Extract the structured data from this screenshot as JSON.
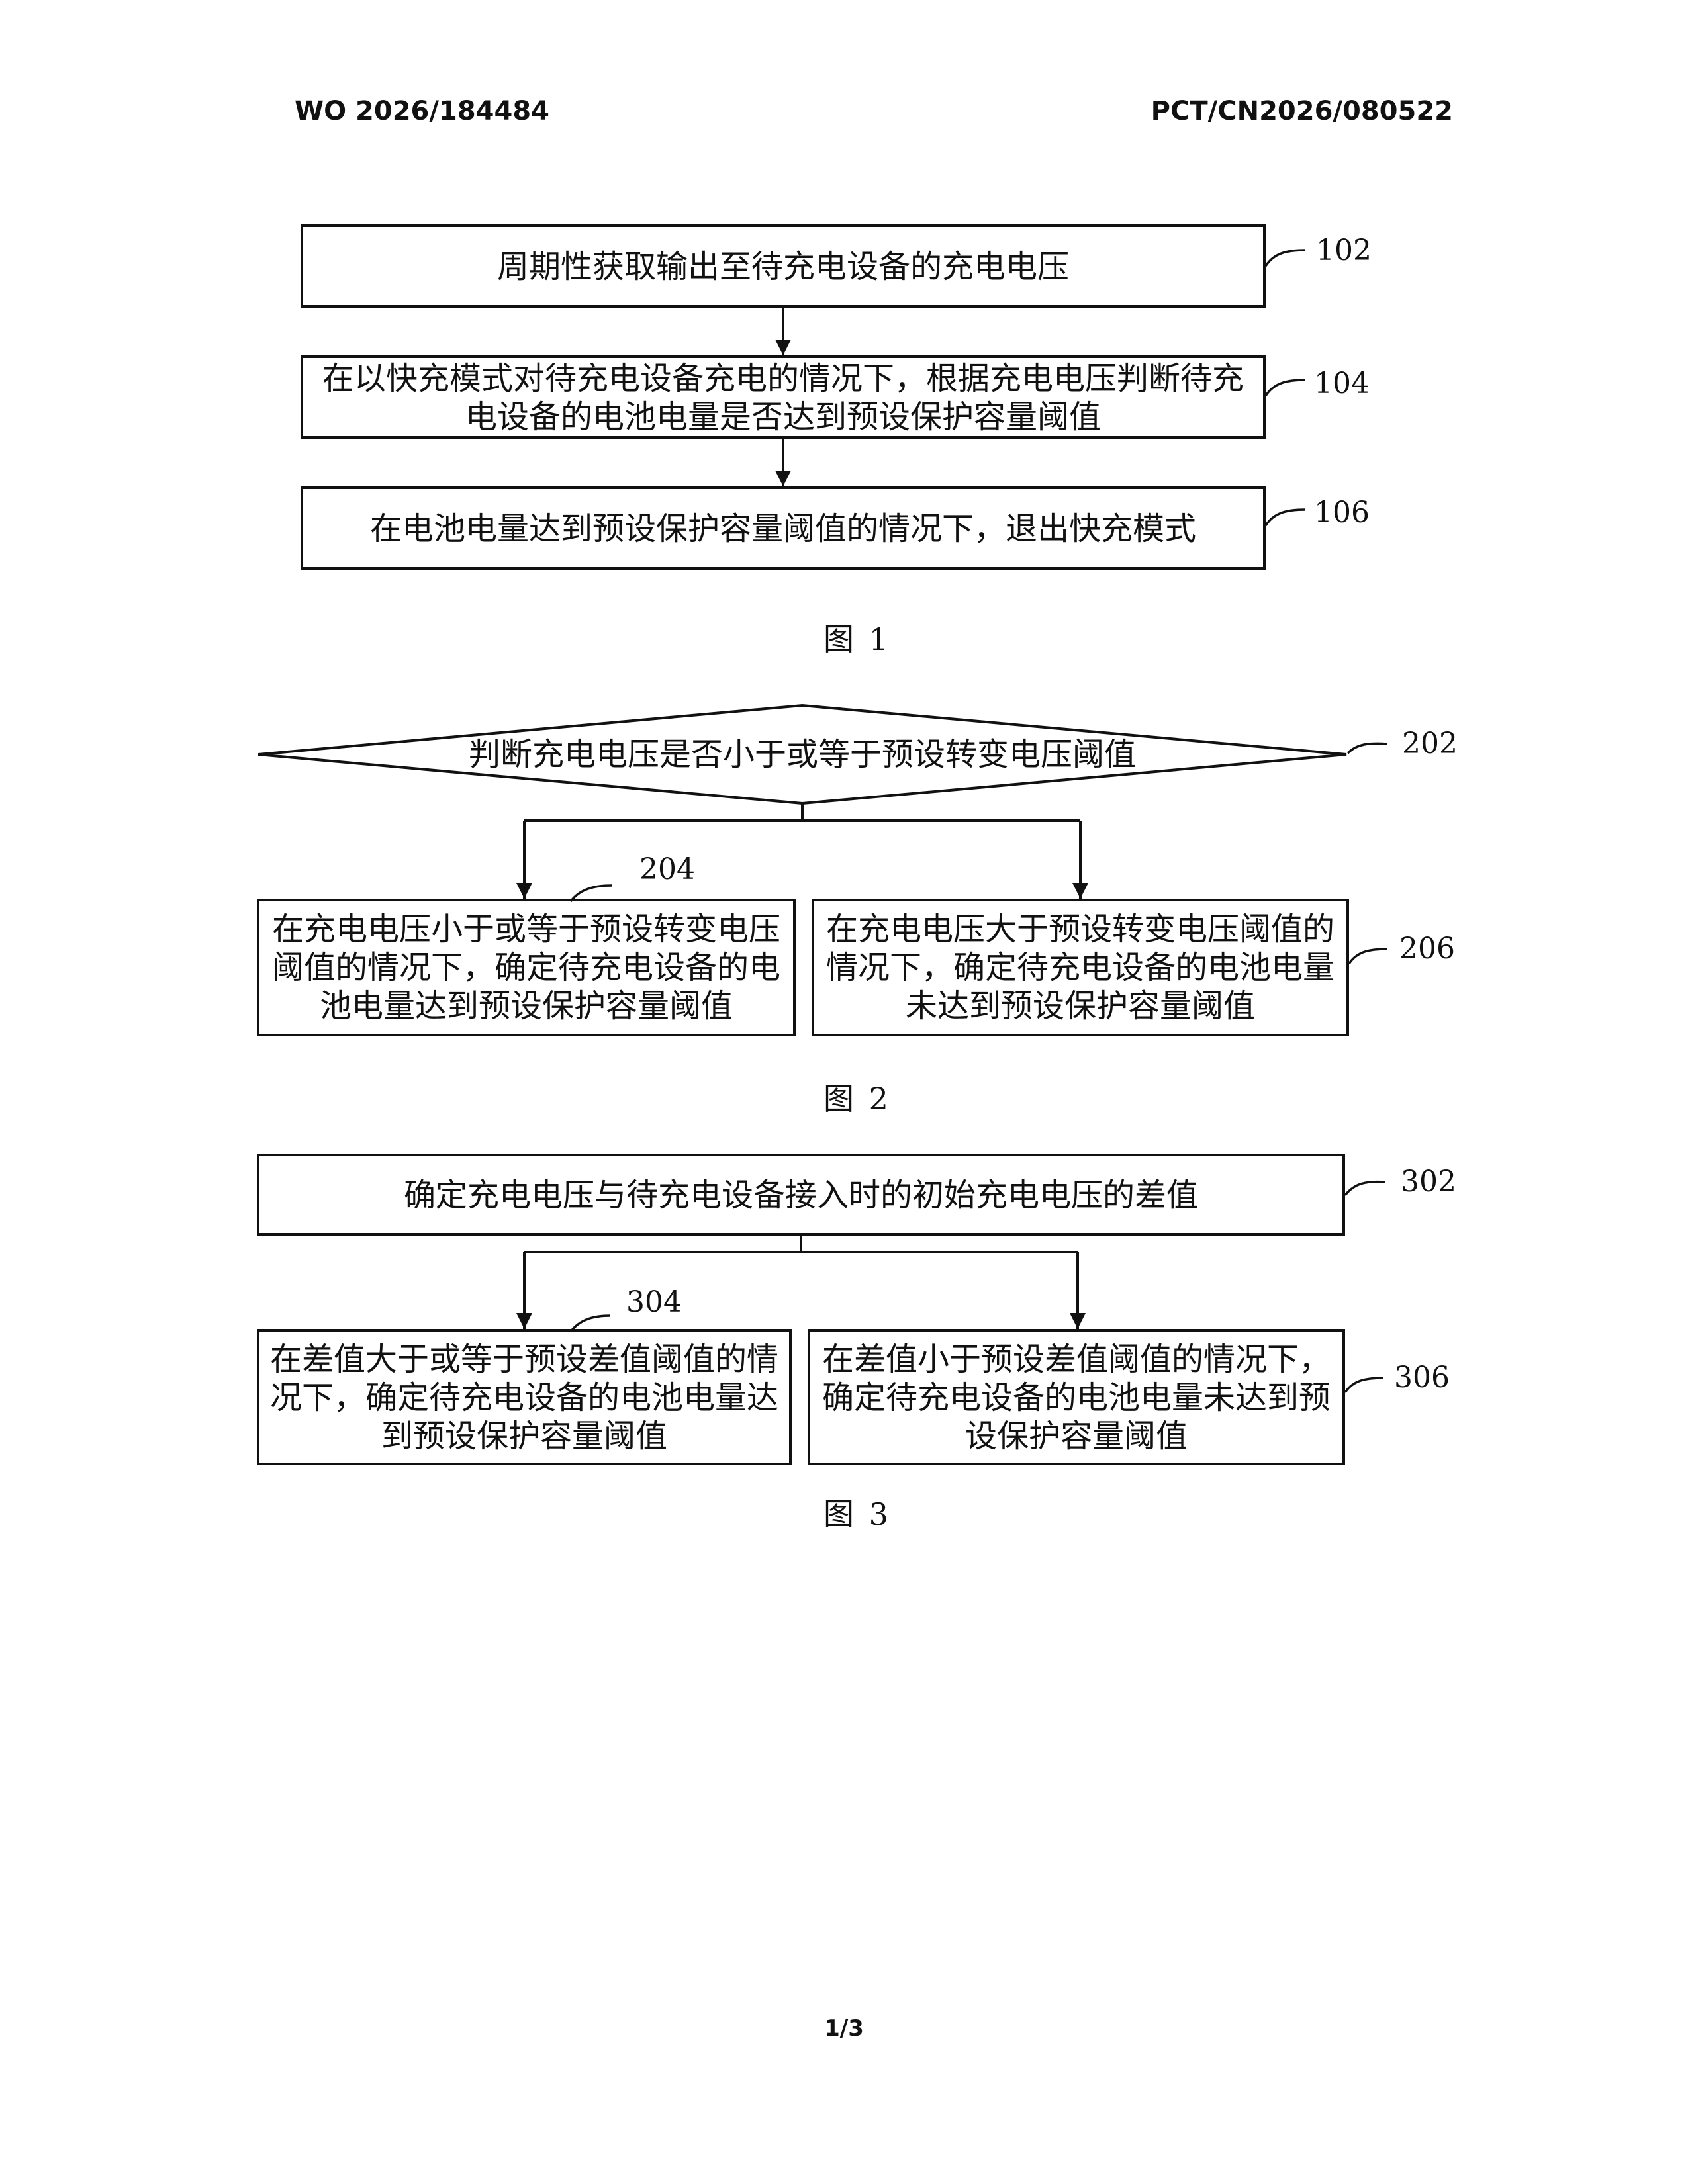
{
  "header": {
    "left": "WO 2026/184484",
    "right": "PCT/CN2026/080522"
  },
  "figure1": {
    "caption": "图 1",
    "steps": [
      {
        "ref": "102",
        "lines": [
          "周期性获取输出至待充电设备的充电电压"
        ]
      },
      {
        "ref": "104",
        "lines": [
          "在以快充模式对待充电设备充电的情况下，根据充电电压判断待充",
          "电设备的电池电量是否达到预设保护容量阈值"
        ]
      },
      {
        "ref": "106",
        "lines": [
          "在电池电量达到预设保护容量阈值的情况下，退出快充模式"
        ]
      }
    ]
  },
  "figure2": {
    "caption": "图 2",
    "decision": {
      "ref": "202",
      "text": "判断充电电压是否小于或等于预设转变电压阈值"
    },
    "left": {
      "ref": "204",
      "lines": [
        "在充电电压小于或等于预设转变电压",
        "阈值的情况下，确定待充电设备的电",
        "池电量达到预设保护容量阈值"
      ]
    },
    "right": {
      "ref": "206",
      "lines": [
        "在充电电压大于预设转变电压阈值的",
        "情况下，确定待充电设备的电池电量",
        "未达到预设保护容量阈值"
      ]
    }
  },
  "figure3": {
    "caption": "图 3",
    "top": {
      "ref": "302",
      "text": "确定充电电压与待充电设备接入时的初始充电电压的差值"
    },
    "left": {
      "ref": "304",
      "lines": [
        "在差值大于或等于预设差值阈值的情",
        "况下，确定待充电设备的电池电量达",
        "到预设保护容量阈值"
      ]
    },
    "right": {
      "ref": "306",
      "lines": [
        "在差值小于预设差值阈值的情况下，",
        "确定待充电设备的电池电量未达到预",
        "设保护容量阈值"
      ]
    }
  },
  "footer": {
    "page": "1/3"
  }
}
